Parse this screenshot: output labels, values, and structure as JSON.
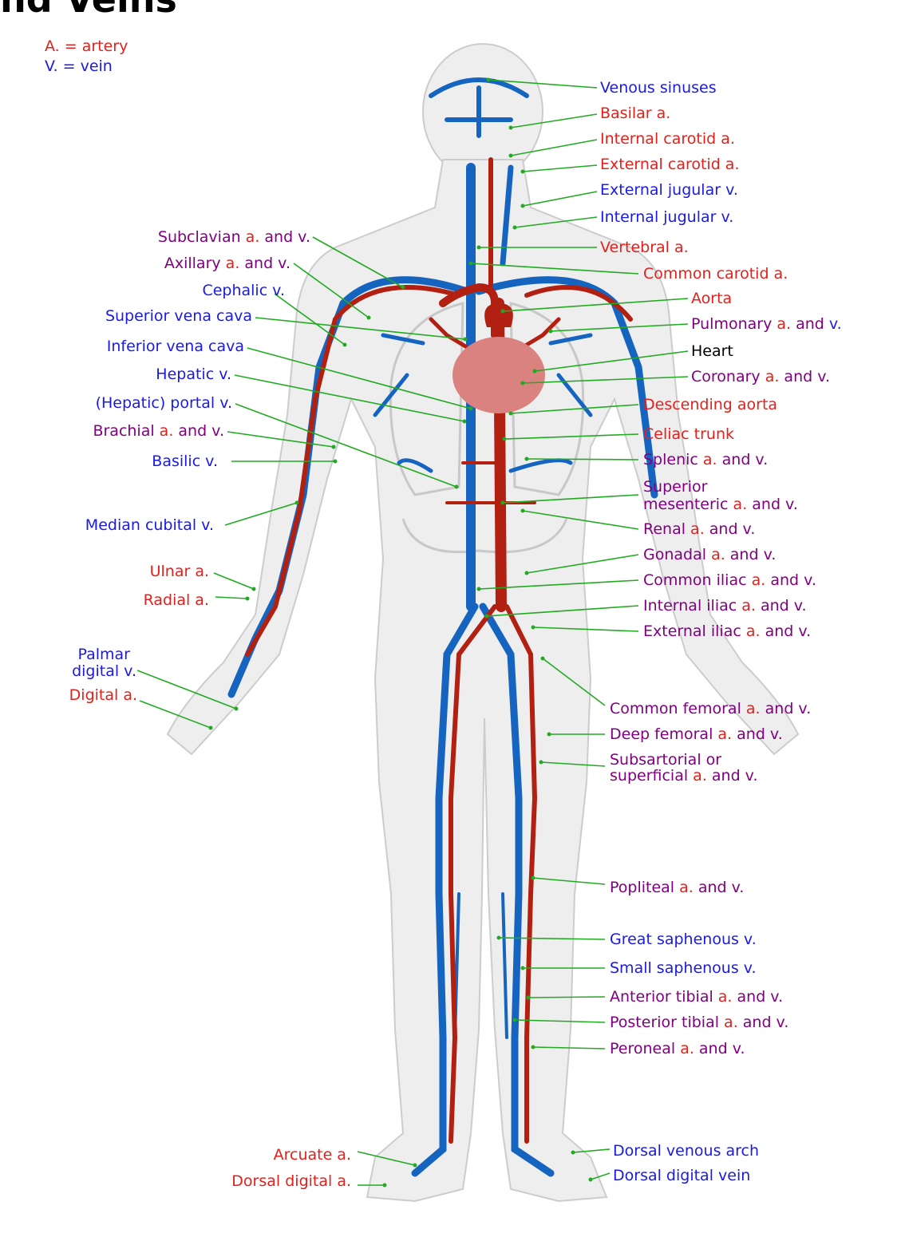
{
  "title": "nd Veins",
  "legend": {
    "artery": "A. = artery",
    "vein": "V. = vein"
  },
  "labels_right": [
    {
      "id": "venous-sinuses",
      "parts": [
        {
          "t": "Venous sinuses",
          "c": "blue"
        }
      ]
    },
    {
      "id": "basilar-a",
      "parts": [
        {
          "t": "Basilar a.",
          "c": "red"
        }
      ]
    },
    {
      "id": "internal-carotid-a",
      "parts": [
        {
          "t": "Internal carotid a.",
          "c": "red"
        }
      ]
    },
    {
      "id": "external-carotid-a",
      "parts": [
        {
          "t": "External carotid a.",
          "c": "red"
        }
      ]
    },
    {
      "id": "external-jugular-v",
      "parts": [
        {
          "t": "External jugular v.",
          "c": "blue"
        }
      ]
    },
    {
      "id": "internal-jugular-v",
      "parts": [
        {
          "t": "Internal jugular v.",
          "c": "blue"
        }
      ]
    },
    {
      "id": "vertebral-a",
      "parts": [
        {
          "t": "Vertebral a.",
          "c": "red"
        }
      ]
    },
    {
      "id": "common-carotid-a",
      "parts": [
        {
          "t": "Common carotid a.",
          "c": "red"
        }
      ]
    },
    {
      "id": "aorta",
      "parts": [
        {
          "t": "Aorta",
          "c": "red"
        }
      ]
    },
    {
      "id": "pulmonary",
      "parts": [
        {
          "t": "Pulmonary ",
          "c": "purple"
        },
        {
          "t": "a.",
          "c": "red"
        },
        {
          "t": " and ",
          "c": "purple"
        },
        {
          "t": "v.",
          "c": "blue"
        }
      ]
    },
    {
      "id": "heart",
      "parts": [
        {
          "t": "Heart",
          "c": "black"
        }
      ]
    },
    {
      "id": "coronary",
      "parts": [
        {
          "t": "Coronary ",
          "c": "purple"
        },
        {
          "t": "a.",
          "c": "red"
        },
        {
          "t": " and v.",
          "c": "purple"
        }
      ]
    },
    {
      "id": "descending-aorta",
      "parts": [
        {
          "t": "Descending aorta",
          "c": "red"
        }
      ]
    },
    {
      "id": "celiac-trunk",
      "parts": [
        {
          "t": "Celiac trunk",
          "c": "red"
        }
      ]
    },
    {
      "id": "splenic",
      "parts": [
        {
          "t": "Splenic ",
          "c": "purple"
        },
        {
          "t": "a.",
          "c": "red"
        },
        {
          "t": " and v.",
          "c": "purple"
        }
      ]
    },
    {
      "id": "superior-mesenteric-1",
      "parts": [
        {
          "t": "Superior",
          "c": "purple"
        }
      ]
    },
    {
      "id": "superior-mesenteric-2",
      "parts": [
        {
          "t": "mesenteric ",
          "c": "purple"
        },
        {
          "t": "a.",
          "c": "red"
        },
        {
          "t": " and v.",
          "c": "purple"
        }
      ]
    },
    {
      "id": "renal",
      "parts": [
        {
          "t": "Renal ",
          "c": "purple"
        },
        {
          "t": "a.",
          "c": "red"
        },
        {
          "t": " and v.",
          "c": "purple"
        }
      ]
    },
    {
      "id": "gonadal",
      "parts": [
        {
          "t": "Gonadal ",
          "c": "purple"
        },
        {
          "t": "a.",
          "c": "red"
        },
        {
          "t": " and v.",
          "c": "purple"
        }
      ]
    },
    {
      "id": "common-iliac",
      "parts": [
        {
          "t": "Common iliac ",
          "c": "purple"
        },
        {
          "t": "a.",
          "c": "red"
        },
        {
          "t": " and v.",
          "c": "purple"
        }
      ]
    },
    {
      "id": "internal-iliac",
      "parts": [
        {
          "t": "Internal iliac ",
          "c": "purple"
        },
        {
          "t": "a.",
          "c": "red"
        },
        {
          "t": " and v.",
          "c": "purple"
        }
      ]
    },
    {
      "id": "external-iliac",
      "parts": [
        {
          "t": "External iliac ",
          "c": "purple"
        },
        {
          "t": "a.",
          "c": "red"
        },
        {
          "t": " and v.",
          "c": "purple"
        }
      ]
    },
    {
      "id": "common-femoral",
      "parts": [
        {
          "t": "Common femoral ",
          "c": "purple"
        },
        {
          "t": "a.",
          "c": "red"
        },
        {
          "t": " and v.",
          "c": "purple"
        }
      ]
    },
    {
      "id": "deep-femoral",
      "parts": [
        {
          "t": "Deep femoral ",
          "c": "purple"
        },
        {
          "t": "a.",
          "c": "red"
        },
        {
          "t": " and v.",
          "c": "purple"
        }
      ]
    },
    {
      "id": "subsartorial-1",
      "parts": [
        {
          "t": "Subsartorial or",
          "c": "purple"
        }
      ]
    },
    {
      "id": "subsartorial-2",
      "parts": [
        {
          "t": "superficial ",
          "c": "purple"
        },
        {
          "t": "a.",
          "c": "red"
        },
        {
          "t": " and v.",
          "c": "purple"
        }
      ]
    },
    {
      "id": "popliteal",
      "parts": [
        {
          "t": "Popliteal ",
          "c": "purple"
        },
        {
          "t": "a.",
          "c": "red"
        },
        {
          "t": " and v.",
          "c": "purple"
        }
      ]
    },
    {
      "id": "great-saphenous",
      "parts": [
        {
          "t": "Great saphenous v.",
          "c": "blue"
        }
      ]
    },
    {
      "id": "small-saphenous",
      "parts": [
        {
          "t": "Small saphenous v.",
          "c": "blue"
        }
      ]
    },
    {
      "id": "anterior-tibial",
      "parts": [
        {
          "t": "Anterior tibial ",
          "c": "purple"
        },
        {
          "t": "a.",
          "c": "red"
        },
        {
          "t": " and v.",
          "c": "purple"
        }
      ]
    },
    {
      "id": "posterior-tibial",
      "parts": [
        {
          "t": "Posterior tibial ",
          "c": "purple"
        },
        {
          "t": "a.",
          "c": "red"
        },
        {
          "t": " and v.",
          "c": "purple"
        }
      ]
    },
    {
      "id": "peroneal",
      "parts": [
        {
          "t": "Peroneal ",
          "c": "purple"
        },
        {
          "t": "a.",
          "c": "red"
        },
        {
          "t": " and v.",
          "c": "purple"
        }
      ]
    },
    {
      "id": "dorsal-venous-arch",
      "parts": [
        {
          "t": "Dorsal venous arch",
          "c": "blue"
        }
      ]
    },
    {
      "id": "dorsal-digital-vein",
      "parts": [
        {
          "t": "Dorsal digital vein",
          "c": "blue"
        }
      ]
    }
  ],
  "labels_left": [
    {
      "id": "subclavian",
      "parts": [
        {
          "t": "Subclavian ",
          "c": "purple"
        },
        {
          "t": "a.",
          "c": "red"
        },
        {
          "t": " and v.",
          "c": "purple"
        }
      ]
    },
    {
      "id": "axillary",
      "parts": [
        {
          "t": "Axillary ",
          "c": "purple"
        },
        {
          "t": "a.",
          "c": "red"
        },
        {
          "t": " and v.",
          "c": "purple"
        }
      ]
    },
    {
      "id": "cephalic-v",
      "parts": [
        {
          "t": "Cephalic v.",
          "c": "blue"
        }
      ]
    },
    {
      "id": "superior-vena-cava",
      "parts": [
        {
          "t": "Superior vena cava",
          "c": "blue"
        }
      ]
    },
    {
      "id": "inferior-vena-cava",
      "parts": [
        {
          "t": "Inferior vena cava",
          "c": "blue"
        }
      ]
    },
    {
      "id": "hepatic-v",
      "parts": [
        {
          "t": "Hepatic v.",
          "c": "blue"
        }
      ]
    },
    {
      "id": "hepatic-portal-v",
      "parts": [
        {
          "t": "(Hepatic) portal v.",
          "c": "blue"
        }
      ]
    },
    {
      "id": "brachial",
      "parts": [
        {
          "t": "Brachial ",
          "c": "purple"
        },
        {
          "t": "a.",
          "c": "red"
        },
        {
          "t": " and v.",
          "c": "purple"
        }
      ]
    },
    {
      "id": "basilic-v",
      "parts": [
        {
          "t": "Basilic v.",
          "c": "blue"
        }
      ]
    },
    {
      "id": "median-cubital-v",
      "parts": [
        {
          "t": "Median cubital v.",
          "c": "blue"
        }
      ]
    },
    {
      "id": "ulnar-a",
      "parts": [
        {
          "t": "Ulnar a.",
          "c": "red"
        }
      ]
    },
    {
      "id": "radial-a",
      "parts": [
        {
          "t": "Radial a.",
          "c": "red"
        }
      ]
    },
    {
      "id": "palmar-1",
      "parts": [
        {
          "t": "Palmar",
          "c": "blue"
        }
      ]
    },
    {
      "id": "palmar-2",
      "parts": [
        {
          "t": "digital v.",
          "c": "blue"
        }
      ]
    },
    {
      "id": "digital-a",
      "parts": [
        {
          "t": "Digital a.",
          "c": "red"
        }
      ]
    },
    {
      "id": "arcuate-a",
      "parts": [
        {
          "t": "Arcuate a.",
          "c": "red"
        }
      ]
    },
    {
      "id": "dorsal-digital-a",
      "parts": [
        {
          "t": "Dorsal digital a.",
          "c": "red"
        }
      ]
    }
  ],
  "colors": {
    "artery": "#b22011",
    "vein": "#1565c0",
    "leader": "#22aa22",
    "skin": "#eeeeee",
    "heart": "#d9827f"
  }
}
